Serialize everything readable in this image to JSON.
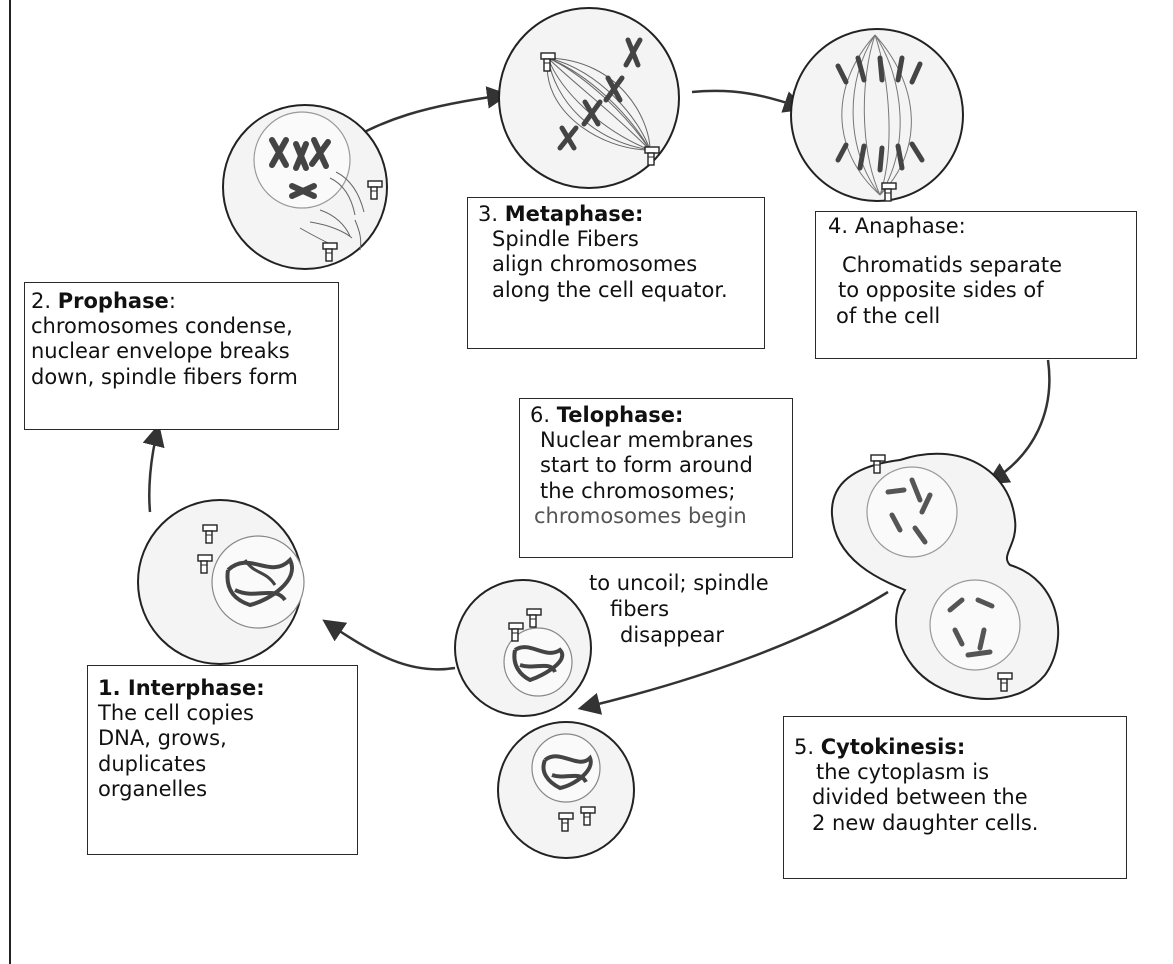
{
  "stages": {
    "interphase": {
      "number": "1.",
      "name": "Interphase:",
      "lines": [
        "The cell copies",
        "DNA, grows,",
        "duplicates",
        "organelles"
      ]
    },
    "prophase": {
      "number": "2.",
      "name": "Prophase",
      "colon": ":",
      "lines": [
        "chromosomes condense,",
        "nuclear envelope breaks",
        "down, spindle fibers form"
      ]
    },
    "metaphase": {
      "number": "3.",
      "name": "Metaphase:",
      "lines": [
        "Spindle Fibers",
        "align chromosomes",
        "along the cell equator."
      ]
    },
    "anaphase": {
      "number": "4.",
      "name": "Anaphase:",
      "lines": [
        "Chromatids separate",
        "to opposite sides of",
        "of the cell"
      ]
    },
    "cytokinesis": {
      "number": "5.",
      "name": "Cytokinesis:",
      "lines": [
        "the cytoplasm is",
        "divided between the",
        "2 new daughter cells."
      ]
    },
    "telophase": {
      "number": "6.",
      "name": "Telophase:",
      "lines": [
        "Nuclear membranes",
        "start to form around",
        "the chromosomes;",
        "chromosomes begin"
      ],
      "overflow_lines": [
        "to uncoil; spindle",
        "fibers",
        "disappear"
      ]
    }
  },
  "colors": {
    "outline": "#2a2a2a",
    "cell_fill": "#f4f4f4",
    "chromosome": "#555555",
    "arrow": "#333333"
  },
  "icons": [
    "centriole-icon",
    "chromosome-icon",
    "spindle-fiber-icon",
    "cycle-arrow-icon"
  ]
}
